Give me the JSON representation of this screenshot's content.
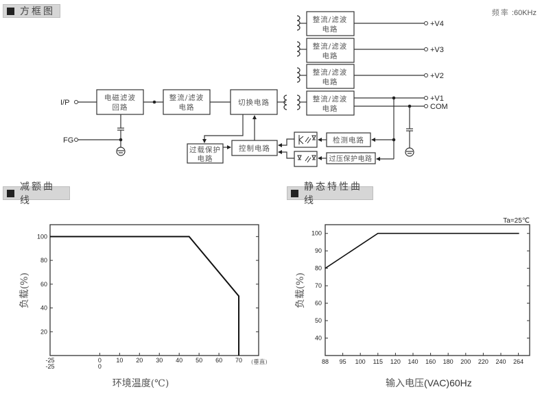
{
  "sections": {
    "block_diagram": "方框图",
    "derating": "减额曲线",
    "static": "静态特性曲线"
  },
  "frequency": {
    "label": "频率",
    "value": ":60KHz"
  },
  "block_diagram": {
    "ports": {
      "ip": "I/P",
      "fg": "FG",
      "v4": "+V4",
      "v3": "+V3",
      "v2": "+V2",
      "v1": "+V1",
      "com": "COM"
    },
    "blocks": {
      "emi_filter": [
        "电磁滤波",
        "回路"
      ],
      "rect_filter_in": [
        "整流/滤波",
        "电路"
      ],
      "switching": [
        "切换电路"
      ],
      "rect_v4": [
        "整流/滤波",
        "电路"
      ],
      "rect_v3": [
        "整流/滤波",
        "电路"
      ],
      "rect_v2": [
        "整流/滤波",
        "电路"
      ],
      "rect_v1": [
        "整流/滤波",
        "电路"
      ],
      "overload": [
        "过载保护",
        "电路"
      ],
      "control": [
        "控制电路"
      ],
      "detect": [
        "检测电路"
      ],
      "ovp": [
        "过压保护电路"
      ]
    }
  },
  "chart_data": [
    {
      "type": "line",
      "title": "减额曲线",
      "xlabel": "环境温度(℃)",
      "ylabel": "负载(%)",
      "x_ticks": [
        "-25",
        "0",
        "10",
        "20",
        "30",
        "40",
        "50",
        "60",
        "70"
      ],
      "x_ticks_second_row": [
        "-25",
        "0"
      ],
      "x_extra_label": "(垂直)",
      "y_ticks": [
        "20",
        "40",
        "60",
        "80",
        "100"
      ],
      "xlim": [
        -25,
        80
      ],
      "ylim": [
        0,
        110
      ],
      "grid": false,
      "series": [
        {
          "name": "derating",
          "x": [
            -25,
            45,
            70,
            70
          ],
          "y": [
            100,
            100,
            50,
            0
          ]
        }
      ]
    },
    {
      "type": "line",
      "title": "静态特性曲线",
      "xlabel_cn": "输入电压",
      "xlabel_en": "(VAC)60Hz",
      "ylabel": "负载(%)",
      "annotation": "Ta=25℃",
      "x_ticks": [
        "88",
        "95",
        "100",
        "115",
        "120",
        "140",
        "160",
        "180",
        "200",
        "220",
        "240",
        "264"
      ],
      "y_ticks": [
        "40",
        "50",
        "60",
        "70",
        "80",
        "90",
        "100"
      ],
      "ylim": [
        30,
        105
      ],
      "grid": false,
      "series": [
        {
          "name": "static",
          "x": [
            "88",
            "115",
            "264"
          ],
          "y": [
            80,
            100,
            100
          ]
        }
      ]
    }
  ]
}
